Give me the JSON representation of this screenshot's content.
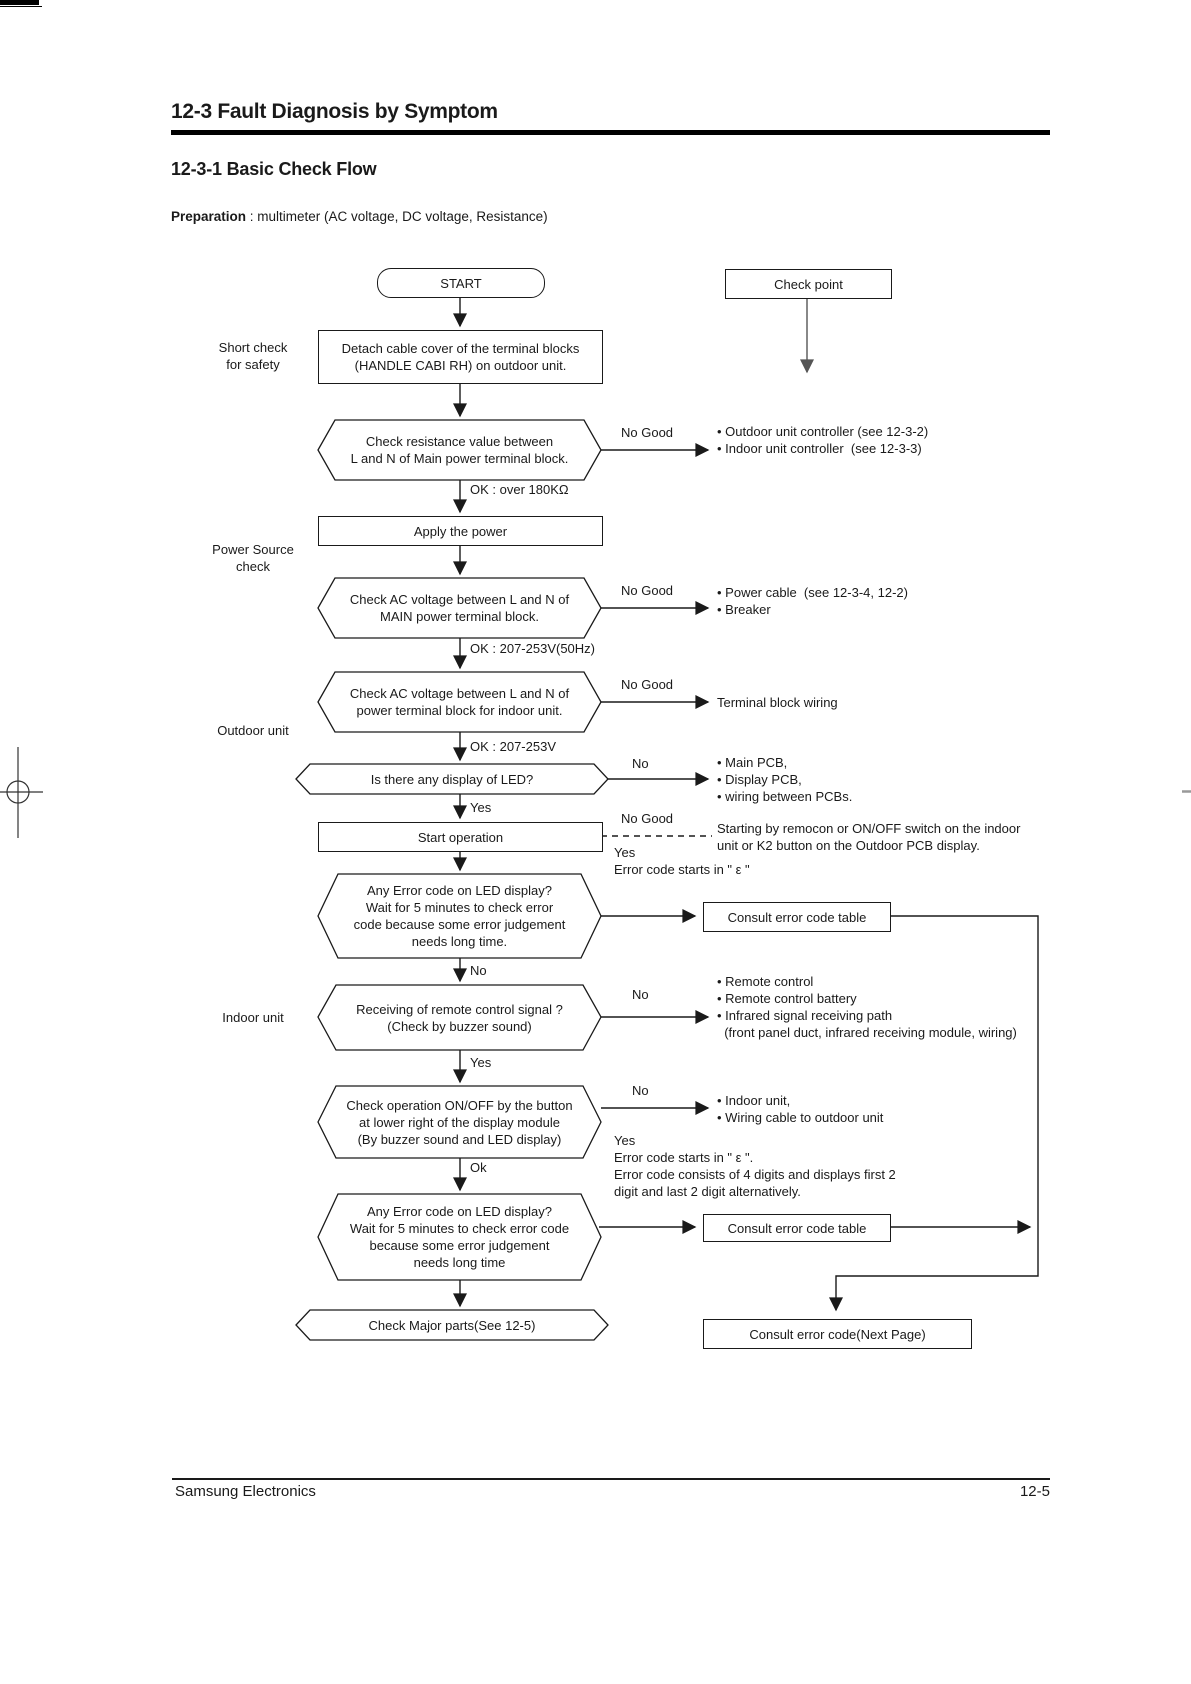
{
  "header": {
    "title": "12-3 Fault Diagnosis by Symptom",
    "subtitle": "12-3-1 Basic Check Flow",
    "prep_label": "Preparation",
    "prep_text": " : multimeter (AC voltage, DC voltage, Resistance)"
  },
  "nodes": {
    "start": "START",
    "check_point": "Check point",
    "detach": "Detach cable cover of the terminal blocks\n(HANDLE CABI RH) on outdoor unit.",
    "hex_resistance": "Check resistance value between\nL and N of Main power terminal block.",
    "apply_power": "Apply the power",
    "hex_ac_main": "Check AC voltage between L and N of\nMAIN power terminal block.",
    "hex_ac_indoor": "Check AC voltage between L and N of\npower terminal block for indoor unit.",
    "hex_led": "Is there any display of LED?",
    "start_operation": "Start operation",
    "hex_error1": "Any Error code on LED display?\nWait for 5 minutes to check error\ncode because some error judgement\nneeds long time.",
    "hex_remote": "Receiving of remote control signal ?\n(Check by buzzer sound)",
    "hex_onoff": "Check operation ON/OFF by the button\nat lower right of the display module\n(By buzzer sound and LED display)",
    "hex_error2": "Any Error code on LED display?\nWait for 5 minutes to check error code\nbecause some error judgement\nneeds long time",
    "hex_major": "Check Major parts(See 12-5)",
    "consult1": "Consult error code table",
    "consult2": "Consult error code table",
    "consult_next": "Consult error code(Next Page)"
  },
  "side_labels": {
    "short_check": "Short check\nfor safety",
    "power_source": "Power Source\ncheck",
    "outdoor_unit": "Outdoor unit",
    "indoor_unit": "Indoor unit"
  },
  "edge_labels": {
    "ok_resistance": "OK : over 180KΩ",
    "ok_voltage_main": "OK : 207-253V(50Hz)",
    "ok_voltage": "OK : 207-253V",
    "yes1": "Yes",
    "no_good1": "No Good",
    "no_good2": "No Good",
    "no_good3": "No Good",
    "no_good4": "No Good",
    "no1": "No",
    "no2": "No",
    "no3": "No",
    "no4": "No",
    "ok_small": "Ok",
    "yes2": "Yes",
    "yes_eps1": "Yes\nError code starts in \" ε \"",
    "yes_eps2": "Yes\nError code starts in \" ε \".\nError code consists of 4 digits and displays first 2\ndigit and last 2 digit alternatively."
  },
  "annotations": {
    "r1": "• Outdoor unit controller (see 12-3-2)\n• Indoor unit controller  (see 12-3-3)",
    "r2": "• Power cable  (see 12-3-4, 12-2)\n• Breaker",
    "r3": "Terminal block wiring",
    "r4": "• Main PCB,\n• Display PCB,\n• wiring between PCBs.",
    "r5": "Starting by remocon or ON/OFF switch on the indoor\nunit or K2 button on the Outdoor PCB display.",
    "r6": "• Remote control\n• Remote control battery\n• Infrared signal receiving path\n  (front panel duct, infrared receiving module, wiring)",
    "r7": "• Indoor unit,\n• Wiring cable to outdoor unit"
  },
  "footer": {
    "company": "Samsung Electronics",
    "page_number": "12-5"
  },
  "colors": {
    "line": "#1a1a1a",
    "gray_arrow": "#555555",
    "reg_mark": "#333333",
    "edge_dash": "#999999"
  }
}
